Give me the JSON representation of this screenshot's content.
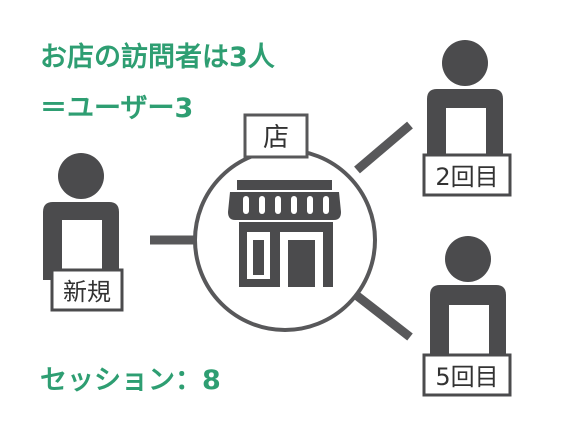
{
  "caption": {
    "line1": "お店の訪問者は3人",
    "line2": "＝ユーザー3"
  },
  "sessions": "セッション：8",
  "store": {
    "label": "店",
    "icon": "storefront-icon"
  },
  "visitors": [
    {
      "label": "新規",
      "icon": "person-icon"
    },
    {
      "label": "2回目",
      "icon": "person-icon"
    },
    {
      "label": "5回目",
      "icon": "person-icon"
    }
  ],
  "colors": {
    "accent_green": "#2e9e72",
    "figure_gray": "#4b4b4d",
    "line_gray": "#58585a"
  }
}
